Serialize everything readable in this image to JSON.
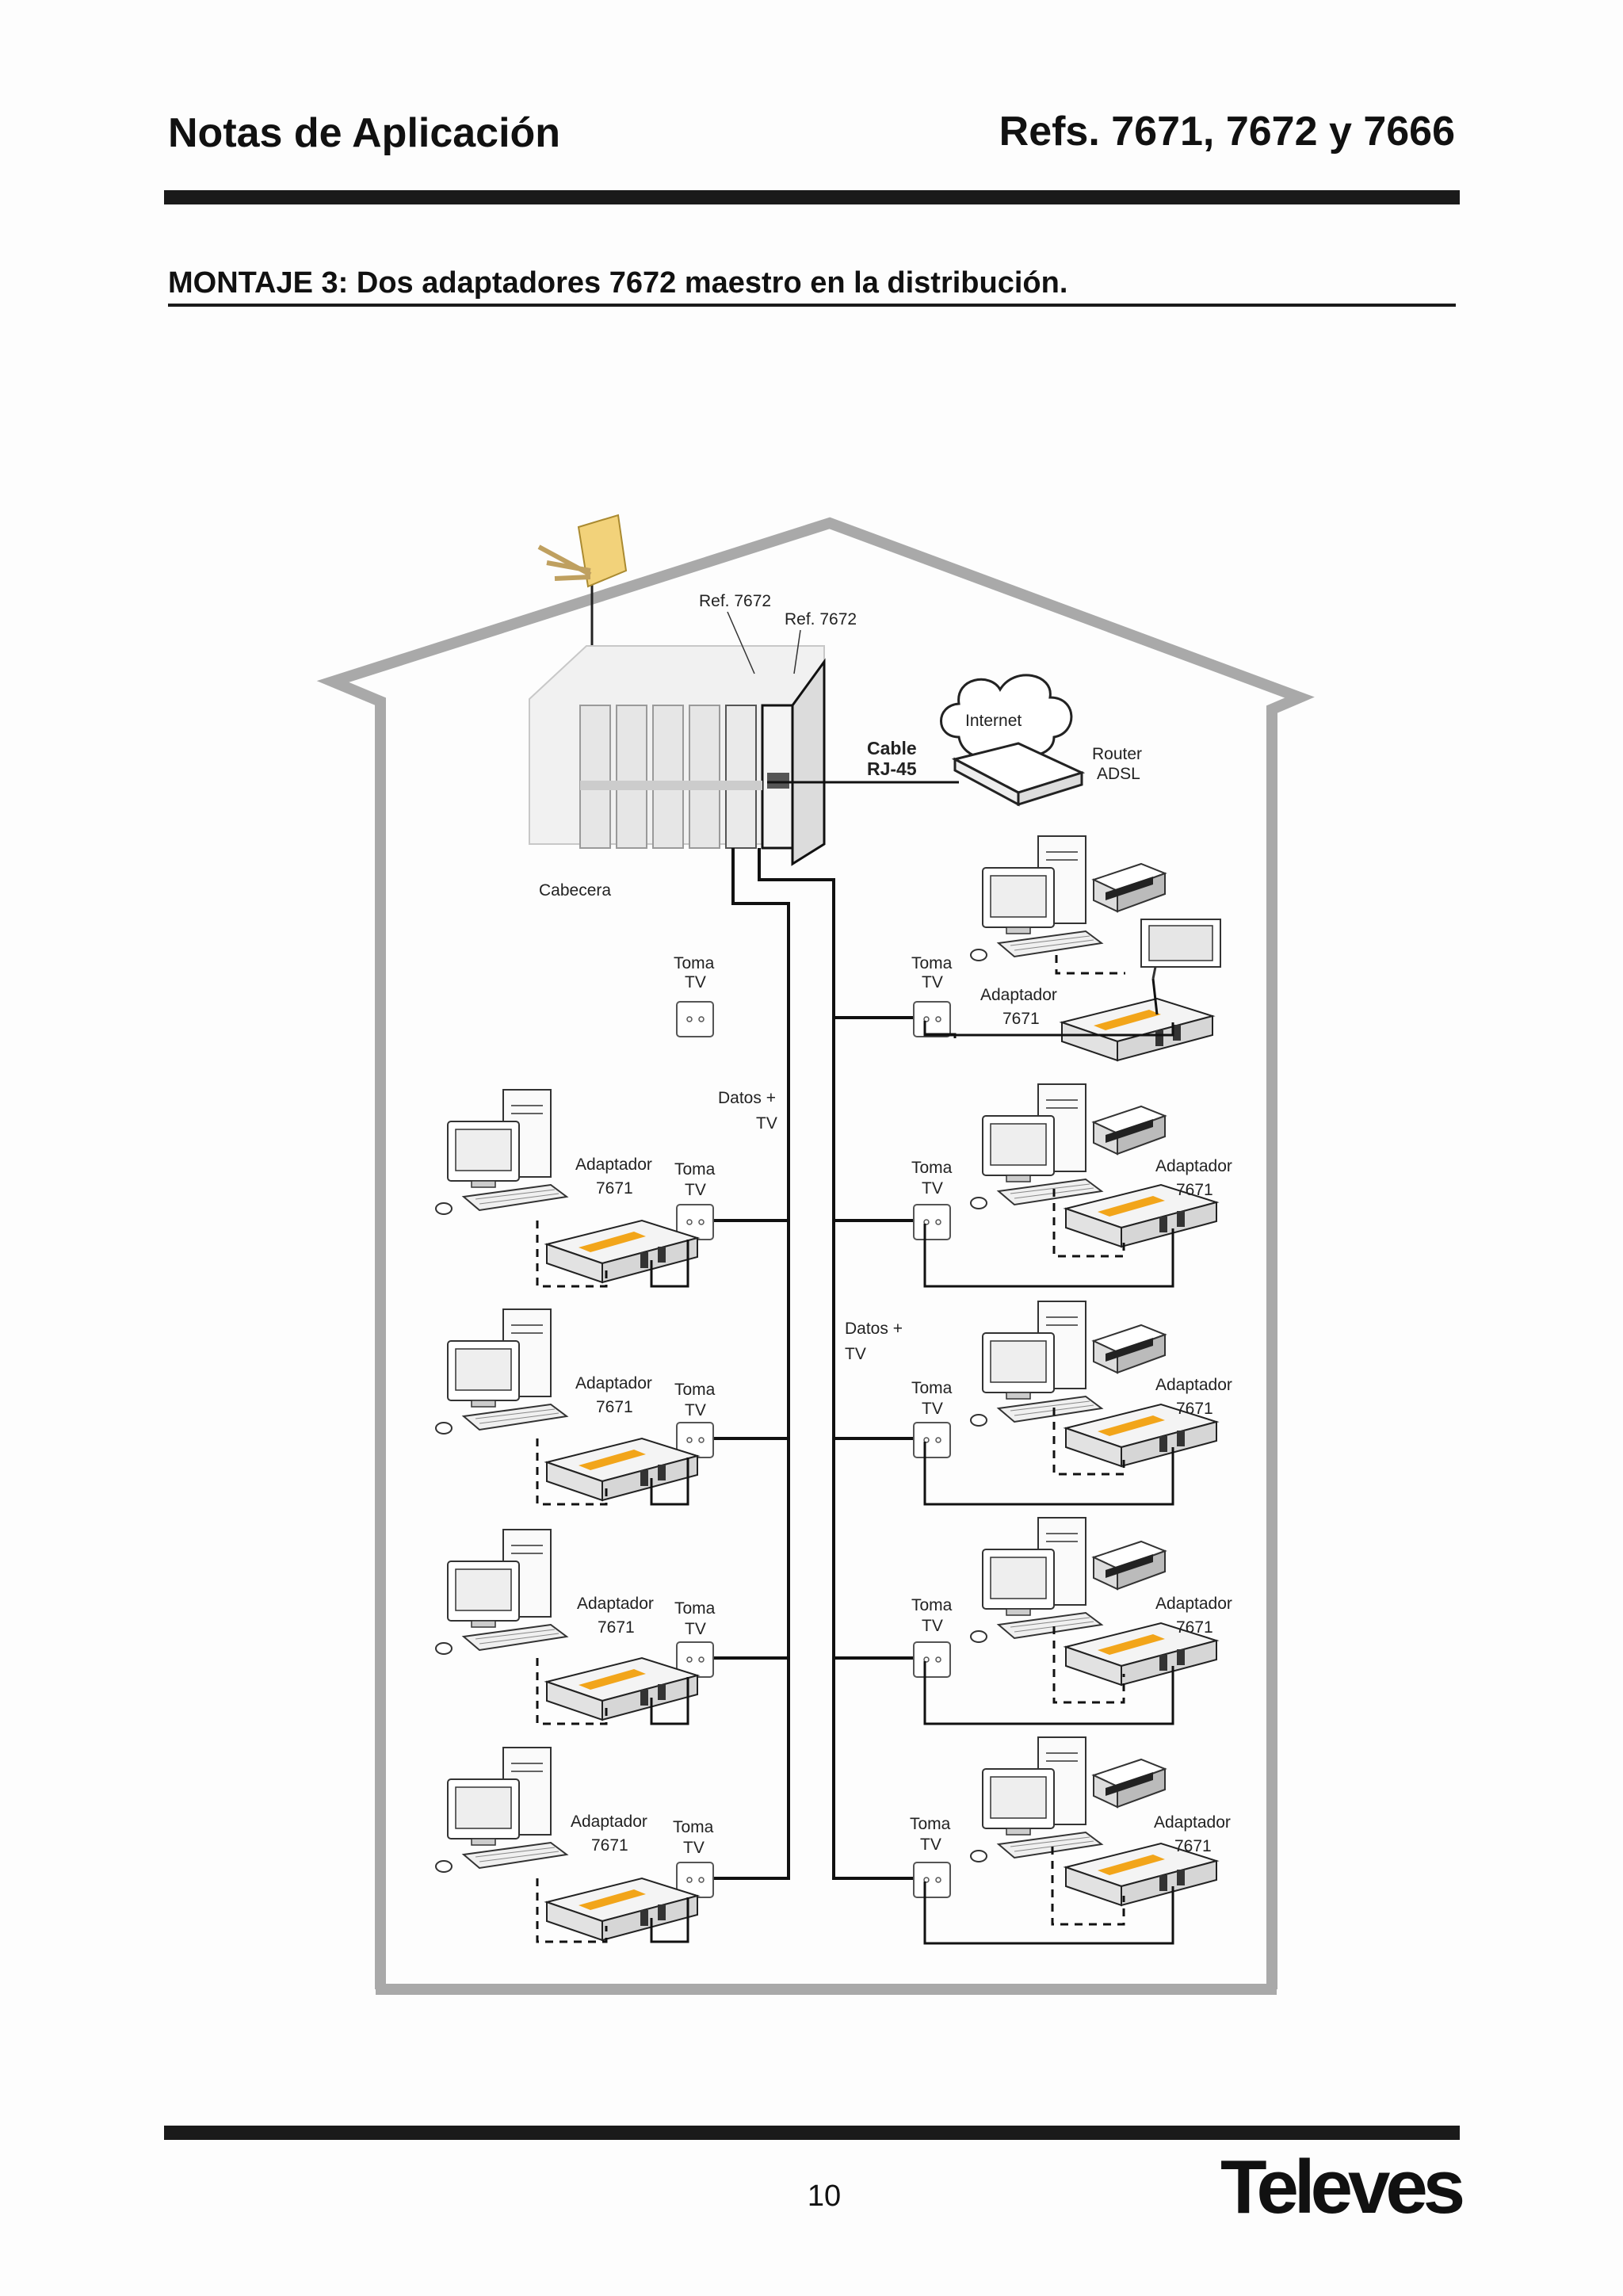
{
  "header": {
    "title_left": "Notas de Aplicación",
    "title_right": "Refs. 7671, 7672 y 7666"
  },
  "section_title": "MONTAJE 3: Dos adaptadores 7672 maestro en la distribución.",
  "diagram": {
    "ref_a": "Ref. 7672",
    "ref_b": "Ref. 7672",
    "internet": "Internet",
    "cable_line1": "Cable",
    "cable_line2": "RJ-45",
    "router_line1": "Router",
    "router_line2": "ADSL",
    "cabecera": "Cabecera",
    "toma_line1": "Toma",
    "toma_line2": "TV",
    "adapter_line1": "Adaptador",
    "adapter_line2": "7671",
    "datos_line1": "Datos +",
    "datos_line2": "TV"
  },
  "footer": {
    "page_number": "10",
    "logo": "Televes"
  }
}
